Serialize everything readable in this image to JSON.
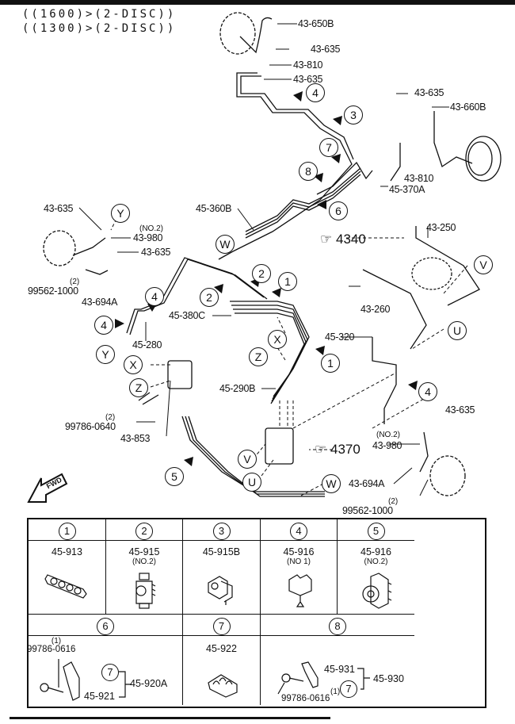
{
  "header": {
    "line1": "((1600)>(2-DISC))",
    "line2": "((1300)>(2-DISC))"
  },
  "callouts": {
    "p43_650b": "43-650B",
    "p43_635_a": "43-635",
    "p43_810_a": "43-810",
    "p43_635_b": "43-635",
    "p43_635_c": "43-635",
    "p43_660b": "43-660B",
    "p43_810_b": "43-810",
    "p45_370a": "45-370A",
    "p45_360b": "45-360B",
    "p43_635_d": "43-635",
    "p43_980_a_note": "(NO.2)",
    "p43_980_a": "43-980",
    "p43_635_e": "43-635",
    "p99562_a_note": "(2)",
    "p99562_a": "99562-1000",
    "p43_694a_a": "43-694A",
    "p43_250": "43-250",
    "ref_4340": "4340",
    "p43_260": "43-260",
    "p45_380c": "45-380C",
    "p45_280": "45-280",
    "p45_320": "45-320",
    "p45_290b": "45-290B",
    "p43_635_f": "43-635",
    "p43_980_b_note": "(NO.2)",
    "p43_980_b": "43-980",
    "ref_4370": "4370",
    "p99786_0640_note": "(2)",
    "p99786_0640": "99786-0640",
    "p43_853": "43-853",
    "p43_694a_b": "43-694A",
    "p99562_b_note": "(2)",
    "p99562_b": "99562-1000",
    "fwd": "FWD"
  },
  "markers": {
    "n1": "1",
    "n2": "2",
    "n3": "3",
    "n4": "4",
    "n5": "5",
    "n6": "6",
    "n7": "7",
    "n8": "8",
    "U": "U",
    "V": "V",
    "W": "W",
    "X": "X",
    "Y": "Y",
    "Z": "Z"
  },
  "legend_table": {
    "row1": [
      {
        "num": "1",
        "part": "45-913",
        "note": ""
      },
      {
        "num": "2",
        "part": "45-915",
        "note": "(NO.2)"
      },
      {
        "num": "3",
        "part": "45-915B",
        "note": ""
      },
      {
        "num": "4",
        "part": "45-916",
        "note": "(NO 1)"
      },
      {
        "num": "5",
        "part": "45-916",
        "note": "(NO.2)"
      }
    ],
    "row2": [
      {
        "num": "6",
        "bolt_note": "(1)",
        "bolt": "99786-0616",
        "sub_num": "7",
        "assy": "45-920A",
        "bracket": "45-921"
      },
      {
        "num": "7",
        "part": "45-922"
      },
      {
        "num": "8",
        "bracket": "45-931",
        "sub_num": "7",
        "assy": "45-930",
        "bolt_note": "(1)",
        "bolt": "99786-0616"
      }
    ]
  }
}
